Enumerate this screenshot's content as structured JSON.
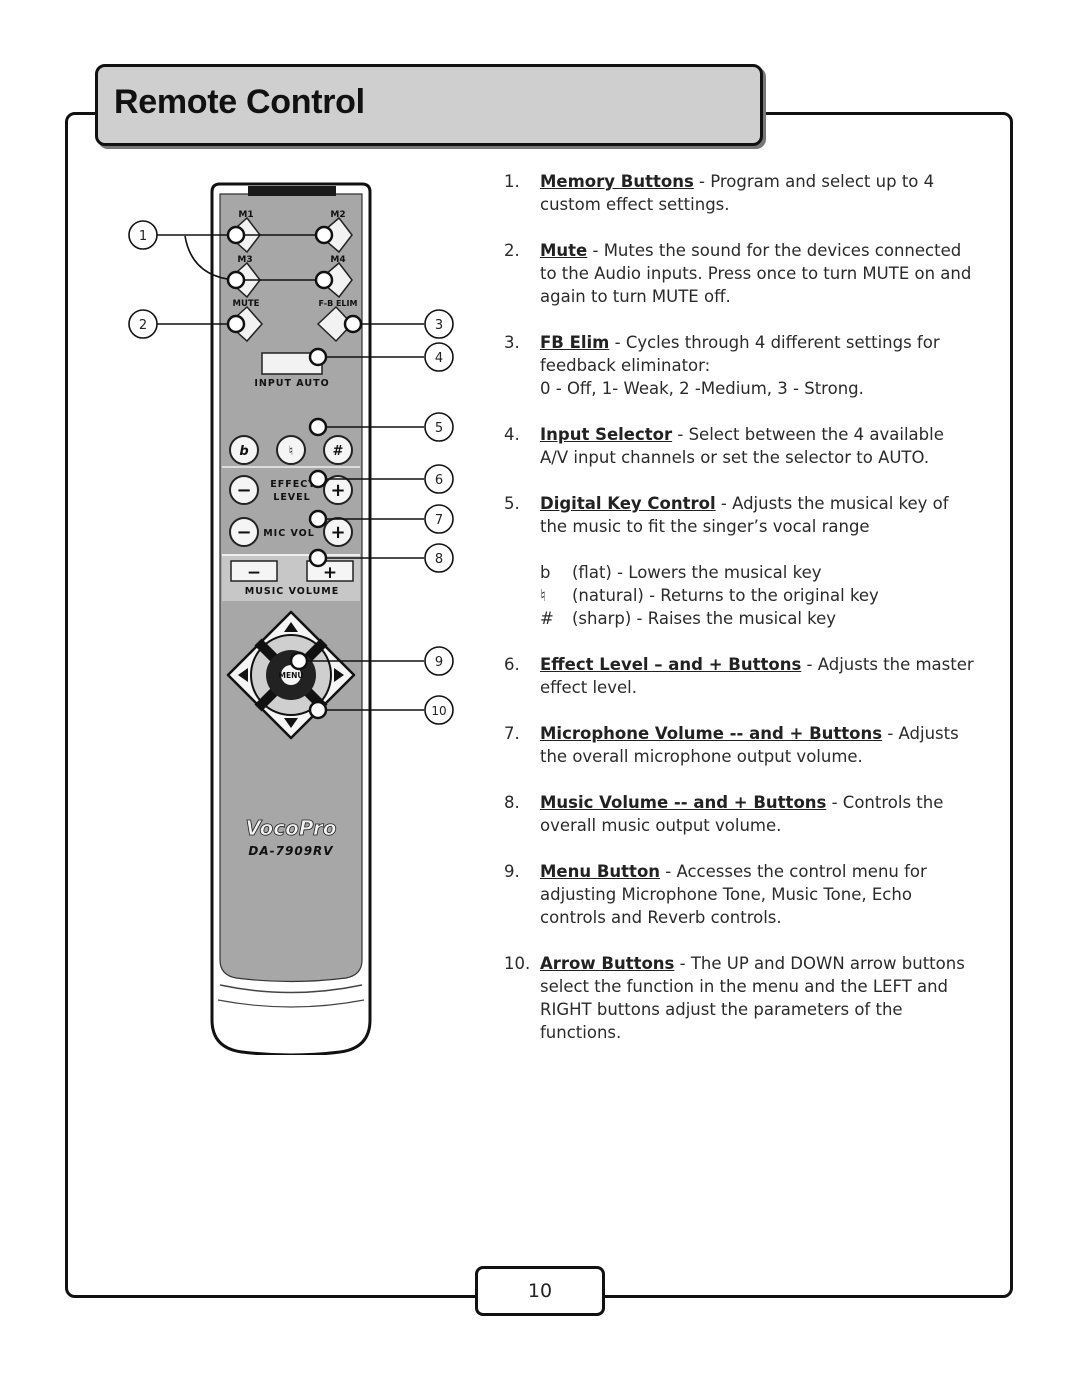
{
  "page": {
    "title": "Remote Control",
    "page_number": "10"
  },
  "remote": {
    "labels": {
      "m1": "M1",
      "m2": "M2",
      "m3": "M3",
      "m4": "M4",
      "mute": "MUTE",
      "fb_elim": "F-B ELIM",
      "input_auto": "INPUT AUTO",
      "flat": "b",
      "natural": "♮",
      "sharp": "#",
      "effect_level_1": "EFFECT",
      "effect_level_2": "LEVEL",
      "mic_vol": "MIC VOL",
      "minus": "−",
      "plus": "+",
      "music_volume": "MUSIC VOLUME",
      "menu": "MENU",
      "brand": "VocoPro",
      "model": "DA-7909RV"
    },
    "callouts": [
      "1",
      "2",
      "3",
      "4",
      "5",
      "6",
      "7",
      "8",
      "9",
      "10"
    ]
  },
  "items": [
    {
      "num": "1.",
      "term": "Memory Buttons",
      "desc": " - Program and select up to 4 custom effect settings."
    },
    {
      "num": "2.",
      "term": "Mute",
      "desc": " - Mutes the sound for the devices connected to the Audio inputs. Press once to turn MUTE on and again to turn MUTE off."
    },
    {
      "num": "3.",
      "term": "FB Elim",
      "desc": " - Cycles through 4 different settings for feedback eliminator:",
      "extra": "0 - Off, 1- Weak, 2 -Medium, 3 - Strong."
    },
    {
      "num": "4.",
      "term": "Input Selector",
      "desc": " - Select between the 4 available A/V input channels or set the selector to AUTO."
    },
    {
      "num": "5.",
      "term": "Digital Key Control",
      "desc": " - Adjusts the musical key of the music to fit the singer’s vocal range",
      "sub": [
        {
          "sym": "b",
          "text": "(flat) - Lowers the musical key"
        },
        {
          "sym": "♮",
          "text": "(natural) - Returns to the original key"
        },
        {
          "sym": "#",
          "text": "(sharp) - Raises the musical key"
        }
      ]
    },
    {
      "num": "6.",
      "term": "Effect Level – and + Buttons",
      "desc": " - Adjusts the master effect level."
    },
    {
      "num": "7.",
      "term": "Microphone Volume -- and + Buttons",
      "desc": " - Adjusts the overall microphone output volume."
    },
    {
      "num": "8.",
      "term": "Music Volume -- and + Buttons",
      "desc": " - Controls the overall music output volume."
    },
    {
      "num": "9.",
      "term": "Menu Button",
      "desc": " - Accesses the control menu for adjusting Microphone Tone, Music Tone, Echo controls and Reverb controls."
    },
    {
      "num": "10.",
      "term": "Arrow Buttons",
      "desc": " - The UP and DOWN arrow buttons select the function in the menu and the LEFT and RIGHT buttons adjust the parameters of the functions."
    }
  ]
}
